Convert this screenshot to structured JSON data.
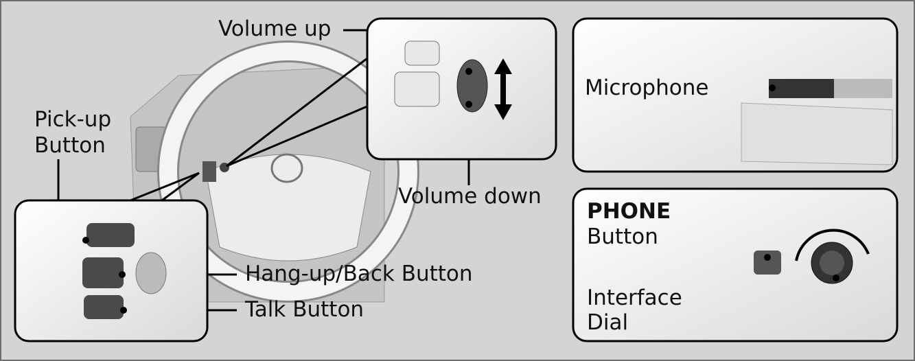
{
  "labels": {
    "volume_up": "Volume up",
    "volume_down": "Volume down",
    "pickup_line1": "Pick-up",
    "pickup_line2": "Button",
    "hangup": "Hang-up/Back Button",
    "talk": "Talk Button",
    "microphone": "Microphone",
    "phone_bold": "PHONE",
    "phone_line2": "Button",
    "interface_line1": "Interface",
    "interface_line2": "Dial"
  },
  "colors": {
    "background": "#d4d4d4",
    "inset": "#f2f2f2",
    "line": "#000000"
  }
}
